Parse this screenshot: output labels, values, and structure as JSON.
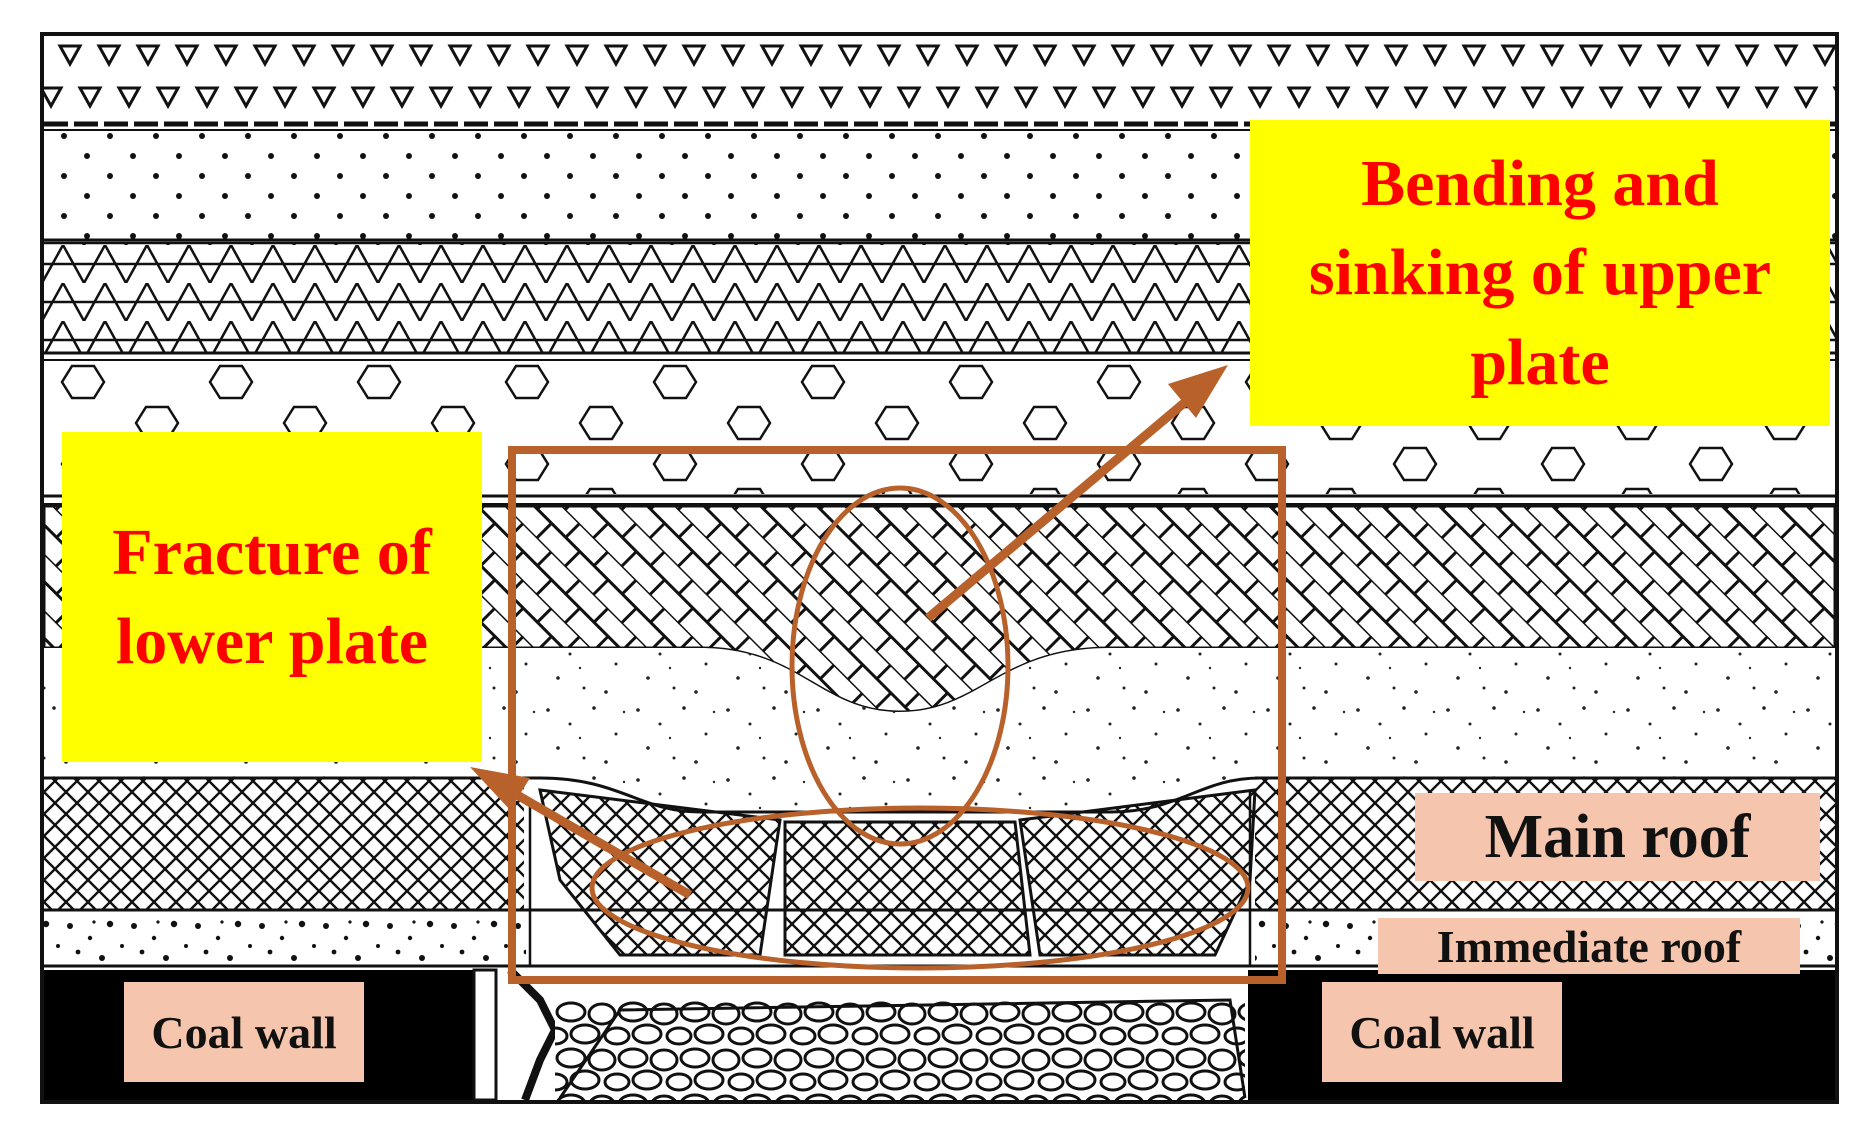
{
  "labels": {
    "upper_plate": "Bending and sinking of upper plate",
    "lower_plate": "Fracture of lower plate",
    "main_roof": "Main roof",
    "immediate_roof": "Immediate roof",
    "coal_wall_left": "Coal wall",
    "coal_wall_right": "Coal wall"
  },
  "colors": {
    "callout_fill": "#ffff00",
    "callout_text": "#ff0000",
    "tag_fill": "#f5c6ad",
    "annotation": "#b8612a",
    "strata_line": "#111111",
    "coal": "#000000"
  }
}
